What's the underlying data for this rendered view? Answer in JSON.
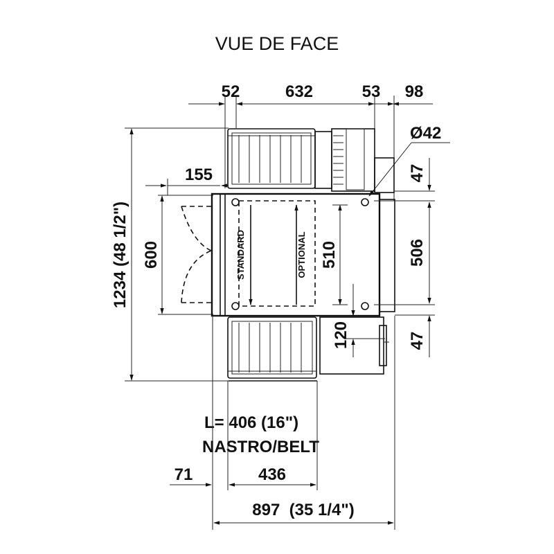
{
  "title": "VUE DE FACE",
  "dimensions": {
    "d52": "52",
    "d632": "632",
    "d53": "53",
    "d98": "98",
    "dia42": "Ø42",
    "d155": "155",
    "d47_top": "47",
    "d1234": "1234 (48 1/2\")",
    "d600": "600",
    "d510": "510",
    "d506": "506",
    "d120": "120",
    "d47_bottom": "47",
    "d71": "71",
    "d436": "436",
    "d897": "897  (35 1/4\")"
  },
  "labels": {
    "standard": "STANDARD",
    "optional": "OPTIONAL",
    "belt_length": "L= 406  (16\")",
    "belt": "NASTRO/BELT"
  }
}
